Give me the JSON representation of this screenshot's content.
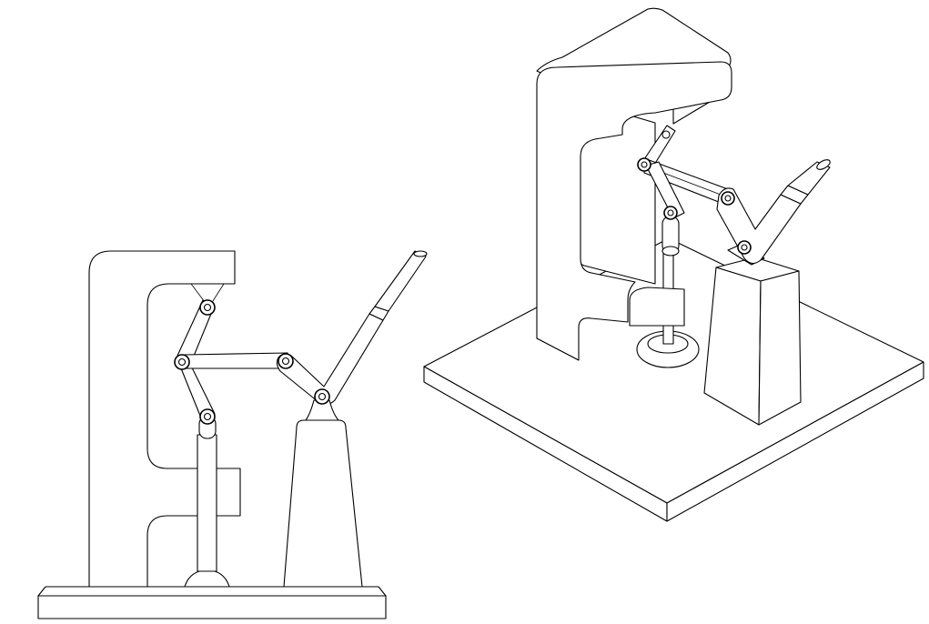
{
  "drawing": {
    "line_color": "#000000",
    "background_color": "#ffffff",
    "views": [
      {
        "id": "front",
        "kind": "orthographic"
      },
      {
        "id": "iso",
        "kind": "isometric"
      }
    ]
  }
}
